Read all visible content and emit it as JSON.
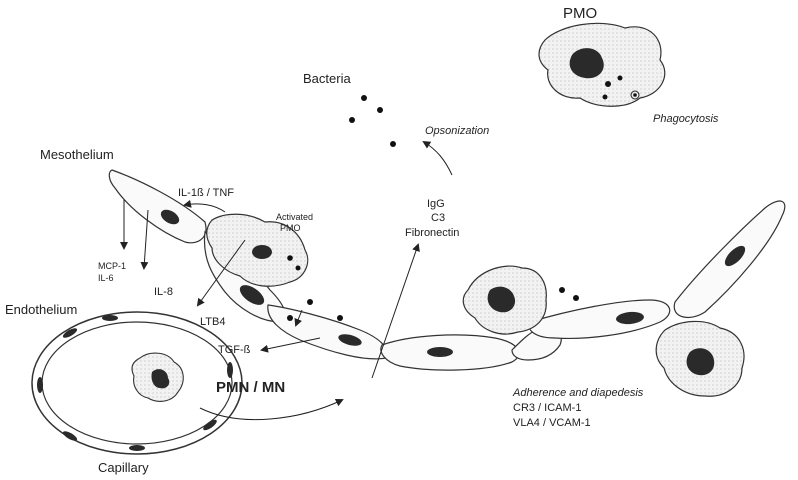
{
  "labels": {
    "pmo_top": "PMO",
    "bacteria": "Bacteria",
    "opsonization": "Opsonization",
    "phagocytosis": "Phagocytosis",
    "mesothelium": "Mesothelium",
    "il1_tnf": "IL-1ß / TNF",
    "activated_line1": "Activated",
    "activated_line2": "PMO",
    "igg": "IgG",
    "c3": "C3",
    "fibronectin": "Fibronectin",
    "mcp1": "MCP-1",
    "il6": "IL-6",
    "il8": "IL-8",
    "endothelium": "Endothelium",
    "ltb4": "LTB4",
    "tgfb": "TGF-ß",
    "pmn_mn": "PMN / MN",
    "capillary": "Capillary",
    "adherence": "Adherence and diapedesis",
    "cr3": "CR3 / ICAM-1",
    "vla4": "VLA4 / VCAM-1"
  }
}
